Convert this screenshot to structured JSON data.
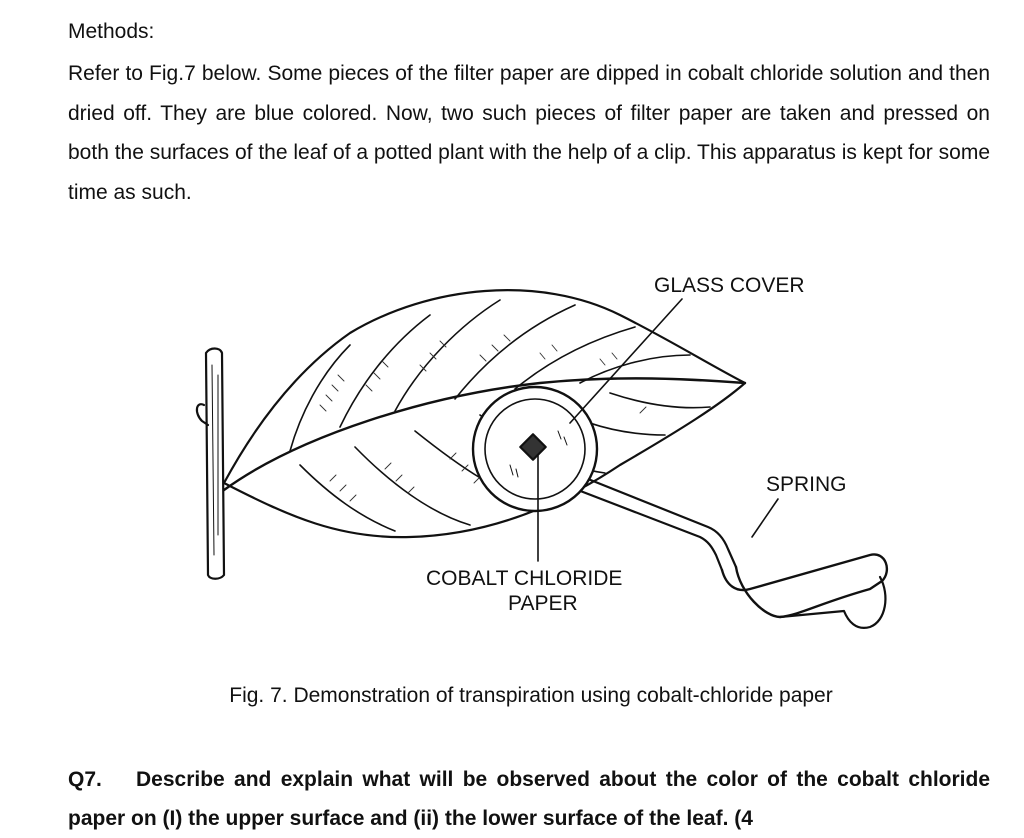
{
  "methods": {
    "heading": "Methods:",
    "paragraph": "Refer to Fig.7 below. Some pieces of the filter paper are dipped in cobalt chloride solution and then dried off. They are blue colored. Now, two such pieces of filter paper are taken and pressed on both the surfaces of the leaf of a potted plant with the help of a clip. This apparatus is kept for some time as such."
  },
  "figure": {
    "labels": {
      "glass_cover": "GLASS COVER",
      "spring": "SPRING",
      "cobalt_line1": "COBALT CHLORIDE",
      "cobalt_line2": "PAPER"
    },
    "caption": "Fig. 7. Demonstration of transpiration using cobalt-chloride paper"
  },
  "question": {
    "number": "Q7.",
    "text": "Describe and explain what will be observed about the color of the cobalt chloride paper on (I) the upper surface and (ii) the lower surface of the leaf. (4"
  }
}
